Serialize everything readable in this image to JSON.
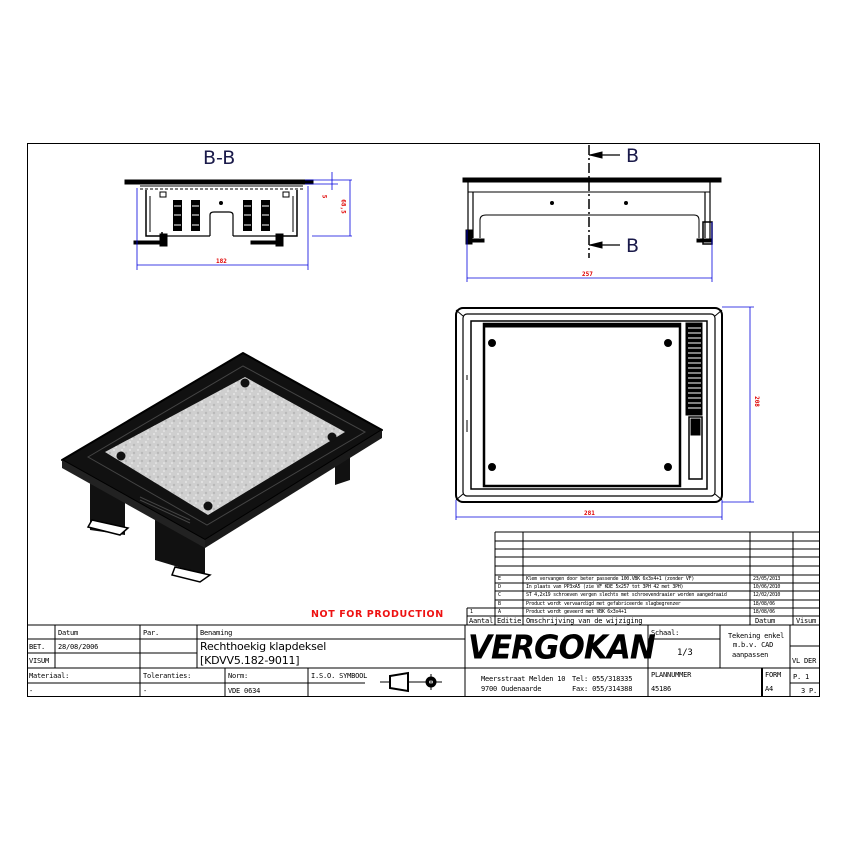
{
  "views": {
    "section_label": "B-B",
    "section_marker_top": "B",
    "section_marker_bottom": "B"
  },
  "dimensions": {
    "section_width": "182",
    "section_flange": "5",
    "section_height": "68,5",
    "side_width": "257",
    "top_width": "281",
    "top_height": "208"
  },
  "watermark": "NOT FOR PRODUCTION",
  "revisions": {
    "headers": {
      "aantal": "Aantal",
      "editie": "Editie",
      "omschrijving": "Omschrijving van de wijziging",
      "datum": "Datum",
      "visum": "Visum"
    },
    "rows": [
      {
        "aantal": "",
        "editie": "E",
        "omschrijving": "Klem vervangen door beter passende 100.VBK 6x3x4+1 (zonder VF)",
        "datum": "23/05/2013",
        "visum": ""
      },
      {
        "aantal": "",
        "editie": "D",
        "omschrijving": "In plaats van PP3xA5 (zie VF KDE 5x257 tot 3PH 42 met 3PH)",
        "datum": "10/06/2010",
        "visum": ""
      },
      {
        "aantal": "",
        "editie": "C",
        "omschrijving": "ST 4,2x19 schroeven vergen slechts met schroevendraaier worden aangedraaid",
        "datum": "12/02/2010",
        "visum": ""
      },
      {
        "aantal": "",
        "editie": "B",
        "omschrijving": "Product wordt vervaardigd met gefabriceerde slagbegrenzer",
        "datum": "18/08/06",
        "visum": ""
      },
      {
        "aantal": "1",
        "editie": "A",
        "omschrijving": "Product wordt geveerd met VBK 6x3x4+1",
        "datum": "18/08/06",
        "visum": ""
      }
    ]
  },
  "title_block": {
    "datum_label": "Datum",
    "par_label": "Par.",
    "benaming_label": "Benaming",
    "bet_label": "BET.",
    "bet_date": "28/08/2006",
    "visum_label": "VISUM",
    "title_line1": "Rechthoekig klapdeksel",
    "title_line2": "[KDVV5.182-9011]",
    "materiaal_label": "Materiaal:",
    "materiaal_value": "-",
    "toleranties_label": "Toleranties:",
    "toleranties_value": "-",
    "norm_label": "Norm:",
    "norm_value": "VDE 0634",
    "iso_label": "I.S.O. SYMBOOL",
    "company": "VERGOKAN",
    "address_line1": "Meersstraat Melden 10",
    "address_line2": "9700 Oudenaarde",
    "tel": "Tel: 055/318335",
    "fax": "Fax: 055/314388",
    "schaal_label": "Schaal:",
    "schaal_value": "1/3",
    "note": [
      "Tekening enkel",
      "m.b.v. CAD",
      "aanpassen"
    ],
    "plannummer_label": "PLANNUMMER",
    "plannummer_value": "45186",
    "form_label": "FORM",
    "form_value": "A4",
    "vlder_label": "VL DER",
    "page": "P. 1",
    "pages": "3 P."
  },
  "colors": {
    "dimension_line": "#0000dd",
    "dimension_text": "#e00000",
    "watermark": "#ee1111",
    "frame": "#000000"
  }
}
